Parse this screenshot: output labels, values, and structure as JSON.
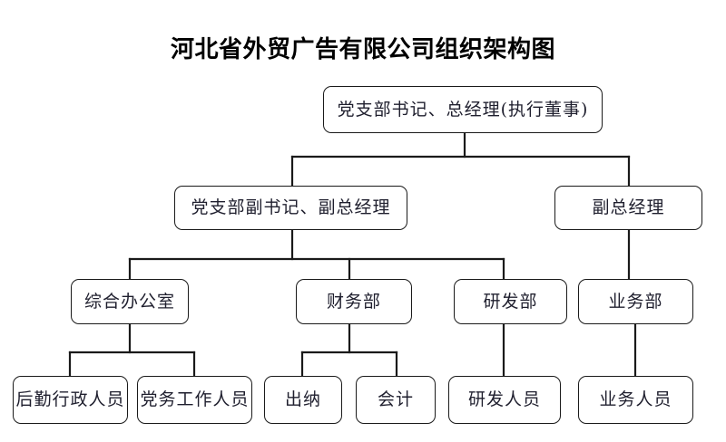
{
  "chart": {
    "title": "河北省外贸广告有限公司组织架构图",
    "type": "org-chart",
    "background_color": "#ffffff",
    "line_color": "#1a1a1a",
    "box_border_color": "#1a1a1a",
    "text_color": "#1f1f2e"
  },
  "nodes": {
    "root": {
      "label": "党支部书记、总经理(执行董事)"
    },
    "deputy_party": {
      "label": "党支部副书记、副总经理"
    },
    "deputy_gm": {
      "label": "副总经理"
    },
    "general_office": {
      "label": "综合办公室"
    },
    "finance_dept": {
      "label": "财务部"
    },
    "rd_dept": {
      "label": "研发部"
    },
    "business_dept": {
      "label": "业务部"
    },
    "logistics_staff": {
      "label": "后勤行政人员"
    },
    "party_affairs_staff": {
      "label": "党务工作人员"
    },
    "cashier": {
      "label": "出纳"
    },
    "accountant": {
      "label": "会计"
    },
    "rd_staff": {
      "label": "研发人员"
    },
    "business_staff": {
      "label": "业务人员"
    }
  },
  "hierarchy": [
    {
      "id": "root",
      "label": "党支部书记、总经理(执行董事)",
      "level": 0,
      "children": [
        {
          "id": "deputy_party",
          "label": "党支部副书记、副总经理",
          "level": 1,
          "children": [
            {
              "id": "general_office",
              "label": "综合办公室",
              "level": 2,
              "children": [
                {
                  "id": "logistics_staff",
                  "label": "后勤行政人员",
                  "level": 3,
                  "children": []
                },
                {
                  "id": "party_affairs_staff",
                  "label": "党务工作人员",
                  "level": 3,
                  "children": []
                }
              ]
            },
            {
              "id": "finance_dept",
              "label": "财务部",
              "level": 2,
              "children": [
                {
                  "id": "cashier",
                  "label": "出纳",
                  "level": 3,
                  "children": []
                },
                {
                  "id": "accountant",
                  "label": "会计",
                  "level": 3,
                  "children": []
                }
              ]
            },
            {
              "id": "rd_dept",
              "label": "研发部",
              "level": 2,
              "children": [
                {
                  "id": "rd_staff",
                  "label": "研发人员",
                  "level": 3,
                  "children": []
                }
              ]
            }
          ]
        },
        {
          "id": "deputy_gm",
          "label": "副总经理",
          "level": 1,
          "children": [
            {
              "id": "business_dept",
              "label": "业务部",
              "level": 2,
              "children": [
                {
                  "id": "business_staff",
                  "label": "业务人员",
                  "level": 3,
                  "children": []
                }
              ]
            }
          ]
        }
      ]
    }
  ]
}
